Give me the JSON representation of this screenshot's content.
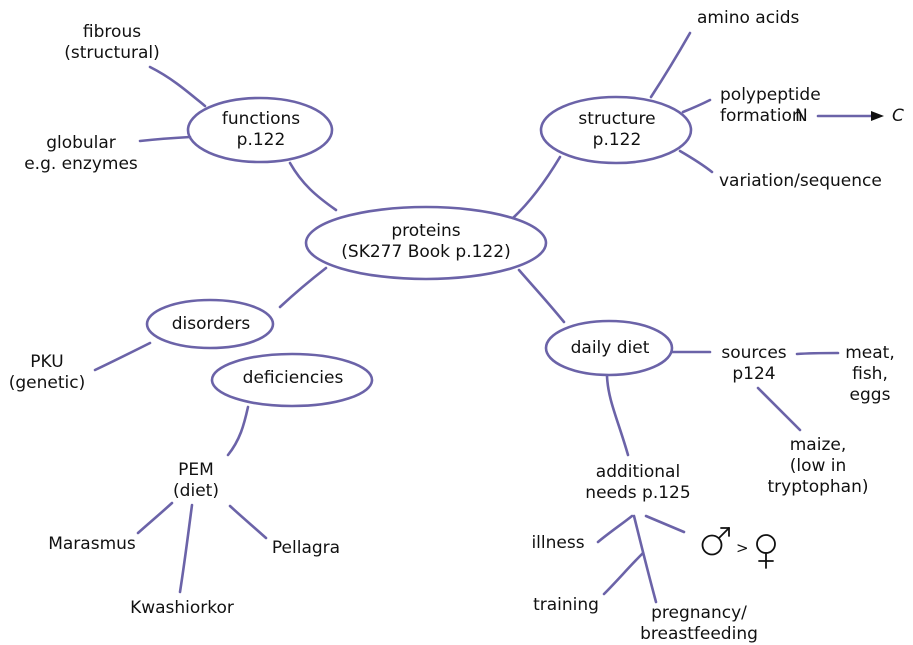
{
  "center": {
    "line1": "proteins",
    "line2": "(SK277 Book p.122)"
  },
  "functions": {
    "line1": "functions",
    "line2": "p.122",
    "fibrous": {
      "line1": "fibrous",
      "line2": "(structural)"
    },
    "globular": {
      "line1": "globular",
      "line2": "e.g. enzymes"
    }
  },
  "structure": {
    "line1": "structure",
    "line2": "p.122",
    "amino_acids": "amino acids",
    "polypeptide": {
      "line1": "polypeptide",
      "line2": "formation",
      "n": "N",
      "c": "C"
    },
    "variation": "variation/sequence"
  },
  "disorders": {
    "label": "disorders",
    "pku": {
      "line1": "PKU",
      "line2": "(genetic)"
    }
  },
  "deficiencies": {
    "label": "deficiencies",
    "pem": {
      "line1": "PEM",
      "line2": "(diet)"
    },
    "marasmus": "Marasmus",
    "kwashiorkor": "Kwashiorkor",
    "pellagra": "Pellagra"
  },
  "daily_diet": {
    "label": "daily diet",
    "sources": {
      "line1": "sources",
      "line2": "p124"
    },
    "meat": {
      "line1": "meat,",
      "line2": "fish,",
      "line3": "eggs"
    },
    "maize": {
      "line1": "maize,",
      "line2": "(low in",
      "line3": "tryptophan)"
    },
    "additional": {
      "line1": "additional",
      "line2": "needs p.125"
    },
    "illness": "illness",
    "training": "training",
    "pregnancy": {
      "line1": "pregnancy/",
      "line2": "breastfeeding"
    },
    "gt": ">"
  },
  "colors": {
    "line": "#6b63a8",
    "text": "#111111",
    "background": "#ffffff"
  },
  "icons": {
    "male": "male-symbol-icon",
    "female": "female-symbol-icon",
    "arrow": "arrow-right-icon"
  }
}
